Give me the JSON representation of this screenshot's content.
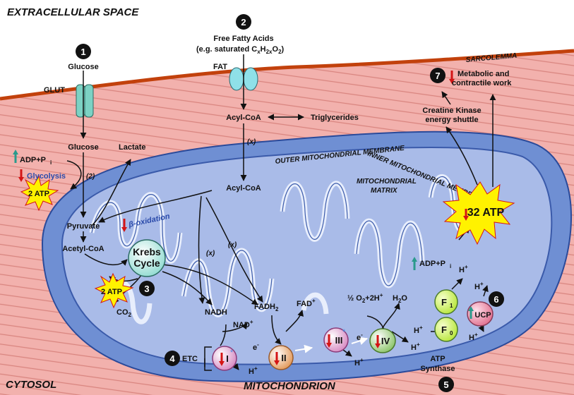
{
  "regions": {
    "extracellular": "EXTRACELLULAR SPACE",
    "cytosol": "CYTOSOL",
    "mitochondrion": "MITOCHONDRION",
    "sarcolemma": "SARCOLEMMA",
    "outer_membrane": "OUTER MITOCHONDRIAL MEMBRANE",
    "inner_membrane": "INNER MITOCHONDRIAL MEMBRANE",
    "matrix_line1": "MITOCHONDRIAL",
    "matrix_line2": "MATRIX"
  },
  "steps": [
    "1",
    "2",
    "3",
    "4",
    "5",
    "6",
    "7"
  ],
  "labels": {
    "glucose_ext": "Glucose",
    "glut": "GLUT",
    "glucose_int": "Glucose",
    "lactate": "Lactate",
    "adp_pi": "ADP+P",
    "pi_sub": "i",
    "glycolysis": "Glycolysis",
    "two_label": "(2)",
    "atp_glyco": "2 ATP",
    "pyruvate": "Pyruvate",
    "acetyl_coa_cyt": "Acetyl-CoA",
    "beta_oxidation": "β-oxidation",
    "ffa_line1": "Free Fatty Acids",
    "ffa_line2": "(e.g. saturated C",
    "ffa_x": "x",
    "ffa_h": "H",
    "ffa_2x": "2x",
    "ffa_o": "O",
    "ffa_2": "2",
    "ffa_close": ")",
    "fat": "FAT",
    "acyl_coa_1": "Acyl-CoA",
    "triglycerides": "Triglycerides",
    "x_label": "(x)",
    "acyl_coa_2": "Acyl-CoA",
    "krebs_line1": "Krebs",
    "krebs_line2": "Cycle",
    "atp_krebs": "2 ATP",
    "co2": "CO",
    "co2_sub": "2",
    "nadh": "NADH",
    "nad_plus": "NAD",
    "fadh2": "FADH",
    "fadh2_sub": "2",
    "fad_plus": "FAD",
    "plus": "+",
    "etc": "ETC",
    "complex_1": "I",
    "complex_2": "II",
    "complex_3": "III",
    "complex_4": "IV",
    "electron": "e",
    "minus": "-",
    "h_plus": "H",
    "half": "½",
    "o2_text": "O",
    "o2_sub": "2",
    "plus_2h": "+2H",
    "h2o_h": "H",
    "h2o_2": "2",
    "h2o_o": "O",
    "f1": "F",
    "f1_sub": "1",
    "f0": "F",
    "f0_sub": "0",
    "ucp": "UCP",
    "atp_synthase_line1": "ATP",
    "atp_synthase_line2": "Synthase",
    "atp_32": "32 ATP",
    "creatine_line1": "Creatine Kinase",
    "creatine_line2": "energy shuttle",
    "metabolic_line1": "Metabolic and",
    "metabolic_line2": "contractile work"
  },
  "colors": {
    "cytosol_pink": "#f2b1ad",
    "sarcolemma": "#c2410c",
    "mito_blue": "#7f9bd8",
    "mito_inner": "#a9bbe8",
    "krebs": "#bfeee8",
    "atp_star": "#fff200",
    "complex_pink": "#f0c8e4",
    "complex_orange": "#f6c79c",
    "complex_green": "#c5e8a0",
    "f1_green": "#d4ff6c",
    "ucp_pink": "#f0a8c0",
    "arrow_red": "#d41515",
    "arrow_teal": "#2b9a8c"
  }
}
